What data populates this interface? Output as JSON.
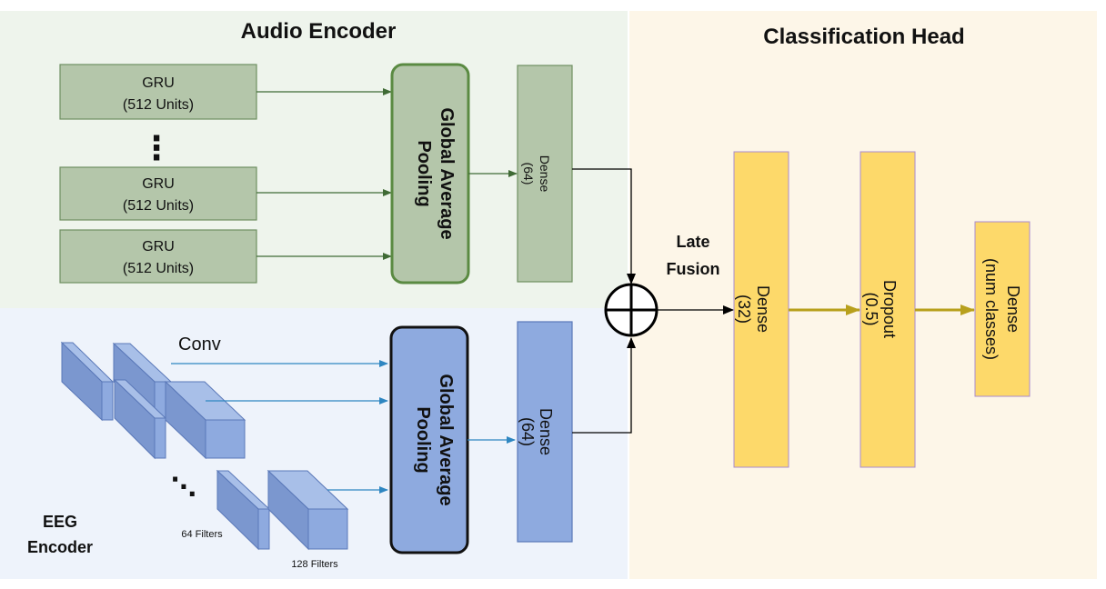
{
  "audio_encoder": {
    "title": "Audio Encoder",
    "gru_label": "GRU",
    "gru_units": "(512 Units)",
    "ellipsis": "⋮",
    "pooling_line1": "Global Average",
    "pooling_line2": "Pooling",
    "dense_line1": "Dense",
    "dense_line2": "(64)"
  },
  "eeg_encoder": {
    "title_line1": "EEG",
    "title_line2": "Encoder",
    "conv_label": "Conv",
    "ellipsis": "⋱",
    "filters_64": "64 Filters",
    "filters_128": "128 Filters",
    "pooling_line1": "Global Average",
    "pooling_line2": "Pooling",
    "dense_line1": "Dense",
    "dense_line2": "(64)"
  },
  "fusion": {
    "label_line1": "Late",
    "label_line2": "Fusion"
  },
  "classification_head": {
    "title": "Classification Head",
    "dense32_line1": "Dense",
    "dense32_line2": "(32)",
    "dropout_line1": "Dropout",
    "dropout_line2": "(0.5)",
    "dense_out_line1": "Dense",
    "dense_out_line2": "(num classes)"
  },
  "colors": {
    "audio_bg": "#eef4ec",
    "eeg_bg": "#eef3fb",
    "head_bg": "#fdf6e8",
    "gru_fill": "#b4c6aa",
    "gru_stroke": "#6f8f62",
    "audio_pool_stroke": "#5a8a42",
    "eeg_block": "#8eaadf",
    "eeg_stroke": "#5a78b8",
    "yellow": "#fdd96a",
    "yellow_stroke": "#a98ad0",
    "gold_arrow": "#b8a01c",
    "blue_arrow": "#2e86c1",
    "green_arrow": "#3f6a35"
  }
}
